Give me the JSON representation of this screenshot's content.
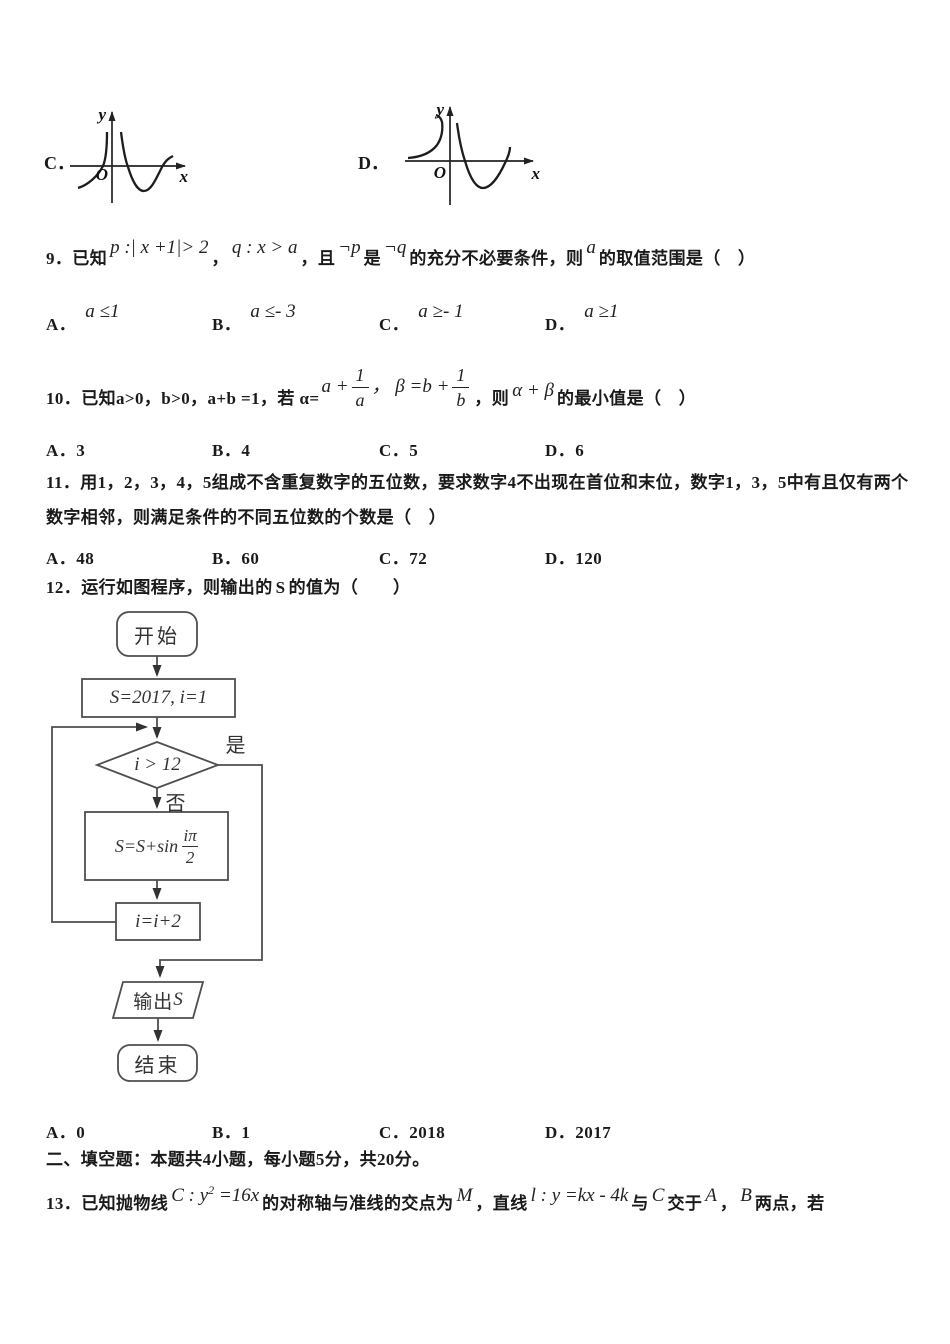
{
  "graphs": {
    "c_label": "C．",
    "d_label": "D．",
    "axis": {
      "x": "x",
      "y": "y",
      "o": "O"
    }
  },
  "q9": {
    "n": "9．已知",
    "f1": "p :| x +1|> 2",
    "c1": "，",
    "f2": "q : x > a",
    "c2": "，且",
    "f3": "¬p",
    "t3": "是",
    "f4": "¬q",
    "t4": "的充分不必要条件，则",
    "f5": "a",
    "t5": "的取值范围是（　）",
    "oA_label": "A．",
    "oA": "a ≤1",
    "oB_label": "B．",
    "oB": "a ≤- 3",
    "oC_label": "C．",
    "oC": "a ≥- 1",
    "oD_label": "D．",
    "oD": "a ≥1"
  },
  "q10": {
    "n": "10．已知",
    "v1": "a>0，b>0，a+b =1，若 α=",
    "fa_pre": "a +",
    "fa_num": "1",
    "fa_den": "a",
    "fc": "，",
    "fb_pre": "β =b +",
    "fb_num": "1",
    "fb_den": "b",
    "t4": "，则",
    "f_ab": "α + β",
    "t5": "的最小值是（　）",
    "optA": "A．3",
    "optB": "B．4",
    "optC": "C．5",
    "optD": "D．6"
  },
  "q11": {
    "line1": "11．用1，2，3，4，5组成不含重复数字的五位数，要求数字4不出现在首位和末位，数字1，3，5中有且仅有两个",
    "line2": "数字相邻，则满足条件的不同五位数的个数是（　）",
    "optA": "A．48",
    "optB": "B．60",
    "optC": "C．72",
    "optD": "D．120"
  },
  "q12": {
    "s1": "12．运行如图程序，则输出的",
    "sv": "S",
    "s2": "的值为（　　）",
    "optA": "A．0",
    "optB": "B．1",
    "optC": "C．2018",
    "optD": "D．2017"
  },
  "flow": {
    "start": "开始",
    "init": "S=2017, i=1",
    "cond": "i > 12",
    "yes": "是",
    "no": "否",
    "sum_pre": "S=S+sin",
    "sum_num": "iπ",
    "sum_den": "2",
    "inc": "i=i+2",
    "out_cjk": "输出",
    "out_var": "S",
    "end": "结束"
  },
  "section2": "二、填空题：本题共4小题，每小题5分，共20分。",
  "q13": {
    "t0": "13．已知抛物线",
    "f1_pre": "C : y",
    "f1_sup": "2",
    "f1_post": " =16x",
    "t1": "的对称轴与准线的交点为",
    "f2": "M",
    "t2": "，直线",
    "f3": "l : y =kx - 4k",
    "t3": "与",
    "f4": "C",
    "t4": "交于",
    "f5": "A",
    "t5": "，",
    "f6": "B",
    "t6": "两点，若"
  }
}
